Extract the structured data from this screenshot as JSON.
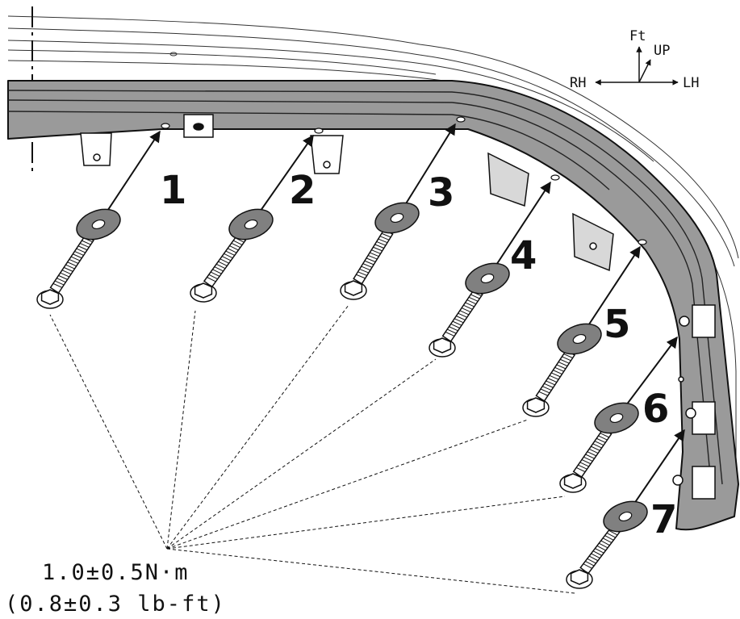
{
  "direction_labels": {
    "front": "Ft",
    "up": "UP",
    "right": "RH",
    "left": "LH"
  },
  "callouts": [
    "1",
    "2",
    "3",
    "4",
    "5",
    "6",
    "7"
  ],
  "torque_spec": {
    "metric": "1.0±0.5N·m",
    "imperial": "(0.8±0.3 lb-ft)"
  },
  "colors": {
    "reinforcement_fill": "#9a9a9a",
    "line": "#111111",
    "washer_fill": "#808080"
  }
}
